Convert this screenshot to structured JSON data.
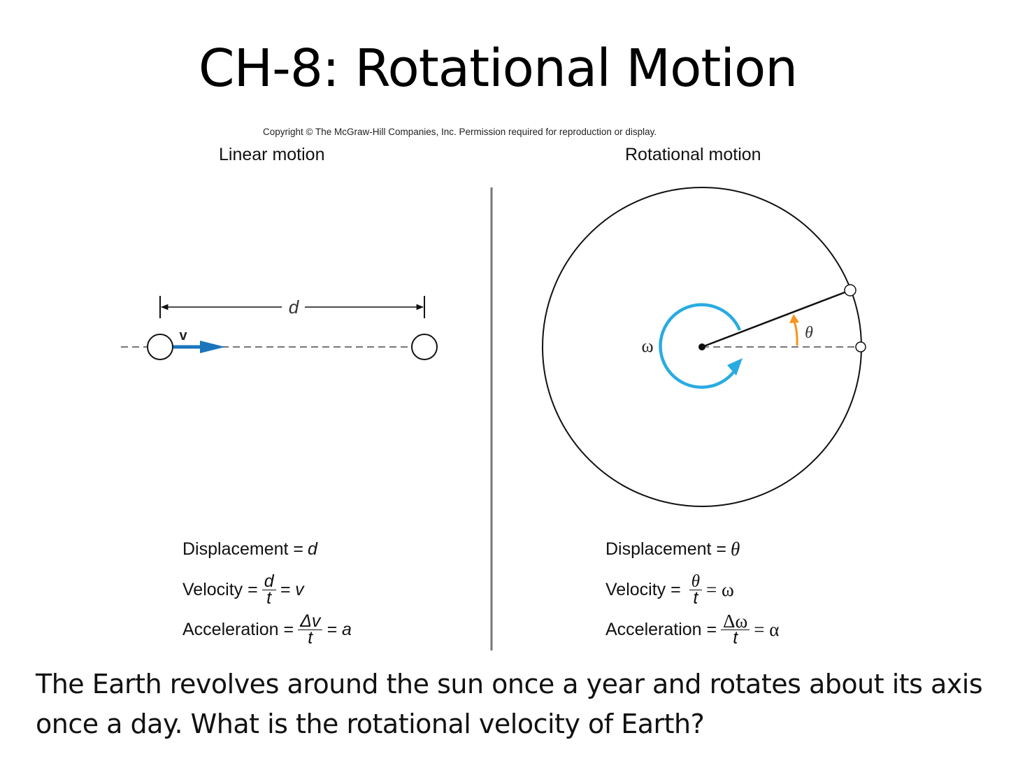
{
  "title": "CH-8: Rotational Motion",
  "copyright": "Copyright © The McGraw-Hill Companies, Inc. Permission required for reproduction or display.",
  "linear": {
    "heading": "Linear motion",
    "distance_label": "d",
    "velocity_label": "v",
    "equations": {
      "displacement_label": "Displacement =",
      "displacement_symbol": "d",
      "velocity_label": "Velocity =",
      "velocity_num": "d",
      "velocity_den": "t",
      "velocity_result": "= v",
      "acceleration_label": "Acceleration =",
      "acceleration_num": "Δv",
      "acceleration_den": "t",
      "acceleration_result": "= a"
    }
  },
  "rotational": {
    "heading": "Rotational motion",
    "omega_label": "ω",
    "theta_label": "θ",
    "equations": {
      "displacement_label": "Displacement =",
      "displacement_symbol": "θ",
      "velocity_label": "Velocity =",
      "velocity_num": "θ",
      "velocity_den": "t",
      "velocity_result": "= ω",
      "acceleration_label": "Acceleration =",
      "acceleration_num": "Δω",
      "acceleration_den": "t",
      "acceleration_result": "= α"
    }
  },
  "question": "The Earth revolves around the sun once a year and rotates about its axis once a day. What is the rotational velocity of Earth?",
  "colors": {
    "velocity_arrow": "#1a75bc",
    "omega_arrow": "#29abe2",
    "theta_arrow": "#f7941d",
    "divider": "#777777"
  }
}
